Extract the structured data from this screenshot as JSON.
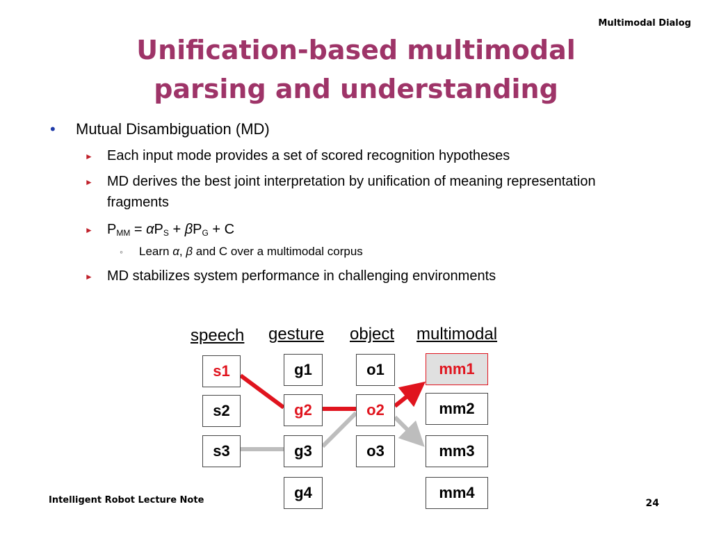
{
  "header": {
    "label": "Multimodal Dialog"
  },
  "title": {
    "line1": "Unification-based multimodal",
    "line2": "parsing and understanding"
  },
  "bullets": {
    "md": "Mutual Disambiguation (MD)",
    "sub1": "Each input mode provides a set of scored recognition hypotheses",
    "sub2": "MD derives the best joint interpretation by unification of meaning representation fragments",
    "formula": {
      "p": "P",
      "mm": "MM",
      "eq": " = ",
      "alpha": "α",
      "p2": "P",
      "s": "S",
      "plus1": " + ",
      "beta": "β",
      "p3": "P",
      "g": "G",
      "rest": " + C"
    },
    "learn": {
      "pre": "Learn ",
      "alpha": "α",
      "comma": ", ",
      "beta": "β",
      "post": " and C over a multimodal corpus"
    },
    "sub4": "MD stabilizes system performance in challenging environments"
  },
  "diagram": {
    "columns": [
      "speech",
      "gesture",
      "object",
      "multimodal"
    ],
    "speech": [
      "s1",
      "s2",
      "s3"
    ],
    "gesture": [
      "g1",
      "g2",
      "g3",
      "g4"
    ],
    "object": [
      "o1",
      "o2",
      "o3"
    ],
    "multimodal": [
      "mm1",
      "mm2",
      "mm3",
      "mm4"
    ],
    "colors": {
      "best_path": "#e0141e",
      "alt_path": "#bdbdbd",
      "highlight_text": "#e0141e"
    }
  },
  "footer": {
    "left": "Intelligent Robot Lecture Note",
    "page": "24"
  }
}
